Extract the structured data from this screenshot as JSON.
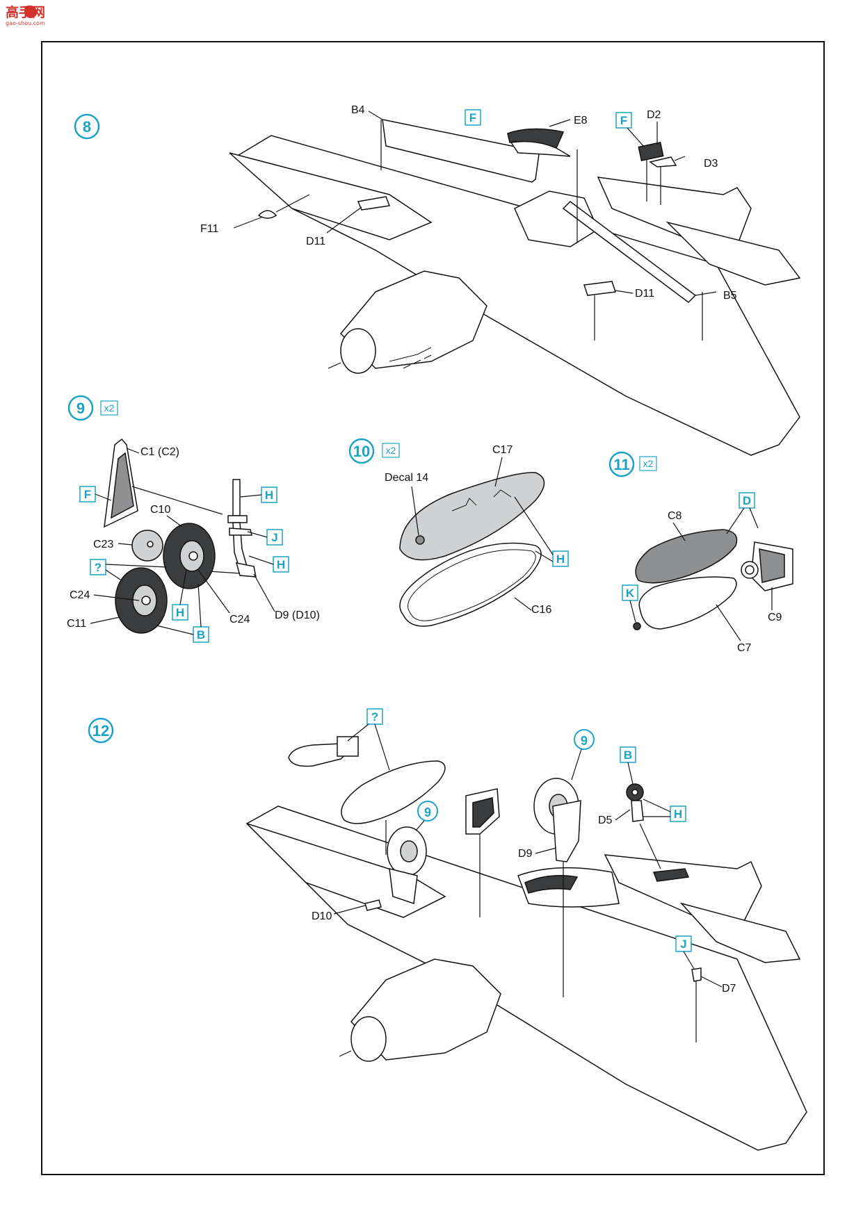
{
  "watermark": {
    "title": "高手网",
    "url": "gao-shou.com"
  },
  "steps": [
    {
      "num": "8",
      "multiplier": ""
    },
    {
      "num": "9",
      "multiplier": "x2"
    },
    {
      "num": "10",
      "multiplier": "x2"
    },
    {
      "num": "11",
      "multiplier": "x2"
    },
    {
      "num": "12",
      "multiplier": ""
    }
  ],
  "keys": {
    "F": "F",
    "H": "H",
    "J": "J",
    "B": "B",
    "D": "D",
    "K": "K",
    "Q": "?"
  },
  "step8": {
    "B4": "B4",
    "E8": "E8",
    "D2": "D2",
    "D3": "D3",
    "F11": "F11",
    "D11a": "D11",
    "D11b": "D11",
    "B5": "B5"
  },
  "step9": {
    "C1": "C1 (C2)",
    "C10": "C10",
    "C23": "C23",
    "C24a": "C24",
    "C24b": "C24",
    "C11": "C11",
    "D9": "D9 (D10)"
  },
  "step10": {
    "decal": "Decal 14",
    "C17": "C17",
    "C16": "C16"
  },
  "step11": {
    "C8": "C8",
    "C9": "C9",
    "C7": "C7"
  },
  "step12": {
    "sub9a": "9",
    "sub9b": "9",
    "D10": "D10",
    "D9": "D9",
    "D5": "D5",
    "D7": "D7"
  }
}
